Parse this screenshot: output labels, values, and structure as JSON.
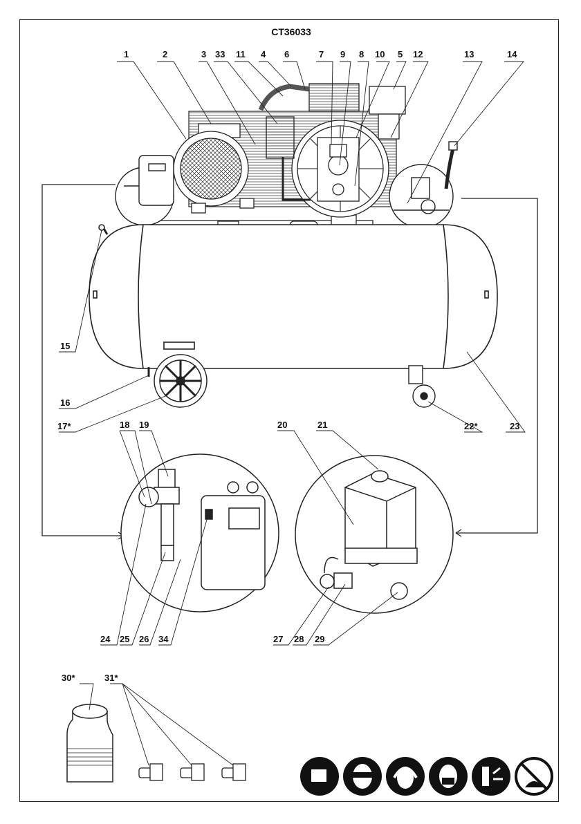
{
  "model": "CT36033",
  "callouts": [
    {
      "id": "c1",
      "text": "1"
    },
    {
      "id": "c2",
      "text": "2"
    },
    {
      "id": "c3",
      "text": "3"
    },
    {
      "id": "c33",
      "text": "33"
    },
    {
      "id": "c11",
      "text": "11"
    },
    {
      "id": "c4",
      "text": "4"
    },
    {
      "id": "c6",
      "text": "6"
    },
    {
      "id": "c7",
      "text": "7"
    },
    {
      "id": "c9",
      "text": "9"
    },
    {
      "id": "c8",
      "text": "8"
    },
    {
      "id": "c10",
      "text": "10"
    },
    {
      "id": "c5",
      "text": "5"
    },
    {
      "id": "c12",
      "text": "12"
    },
    {
      "id": "c13",
      "text": "13"
    },
    {
      "id": "c14",
      "text": "14"
    },
    {
      "id": "c15",
      "text": "15"
    },
    {
      "id": "c16",
      "text": "16"
    },
    {
      "id": "c17",
      "text": "17*"
    },
    {
      "id": "c22",
      "text": "22*"
    },
    {
      "id": "c23",
      "text": "23"
    },
    {
      "id": "c18",
      "text": "18"
    },
    {
      "id": "c19",
      "text": "19"
    },
    {
      "id": "c20",
      "text": "20"
    },
    {
      "id": "c21",
      "text": "21"
    },
    {
      "id": "c24",
      "text": "24"
    },
    {
      "id": "c25",
      "text": "25"
    },
    {
      "id": "c26",
      "text": "26"
    },
    {
      "id": "c34",
      "text": "34"
    },
    {
      "id": "c27",
      "text": "27"
    },
    {
      "id": "c28",
      "text": "28"
    },
    {
      "id": "c29",
      "text": "29"
    },
    {
      "id": "c30",
      "text": "30*"
    },
    {
      "id": "c31",
      "text": "31*"
    }
  ],
  "safety_icons": [
    "read-manual-icon",
    "eye-protection-icon",
    "ear-protection-icon",
    "mask-icon",
    "unplug-icon",
    "no-frost-icon"
  ]
}
